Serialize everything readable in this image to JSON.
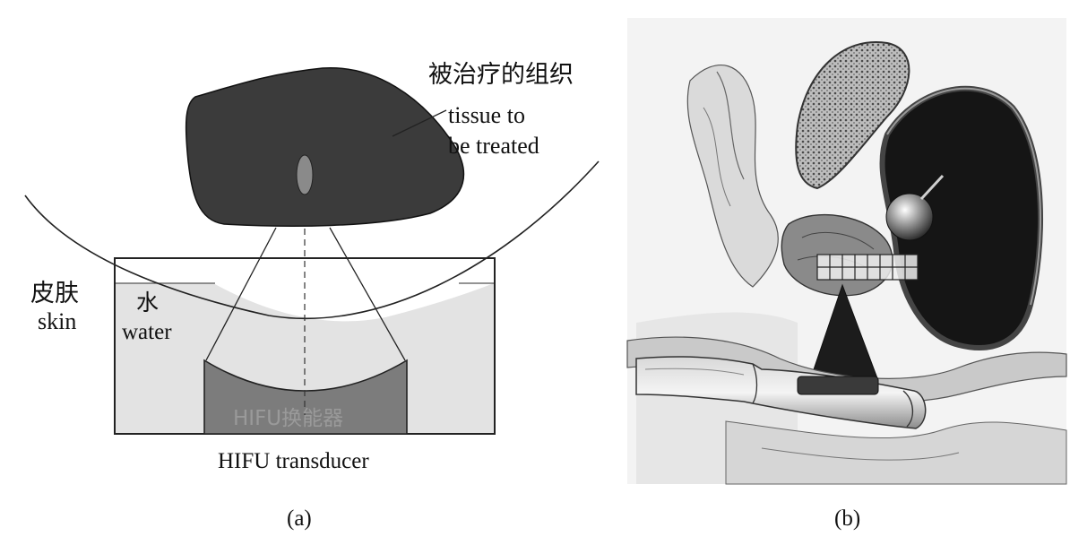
{
  "panel_a": {
    "tissue_label_zh": "被治疗的组织",
    "tissue_label_en_line1": "tissue to",
    "tissue_label_en_line2": "be treated",
    "skin_label_zh": "皮肤",
    "skin_label_en": "skin",
    "water_label_zh": "水",
    "water_label_en": "water",
    "transducer_label_zh": "HIFU换能器",
    "transducer_label_en": "HIFU transducer",
    "caption": "(a)"
  },
  "panel_b": {
    "caption": "(b)"
  }
}
